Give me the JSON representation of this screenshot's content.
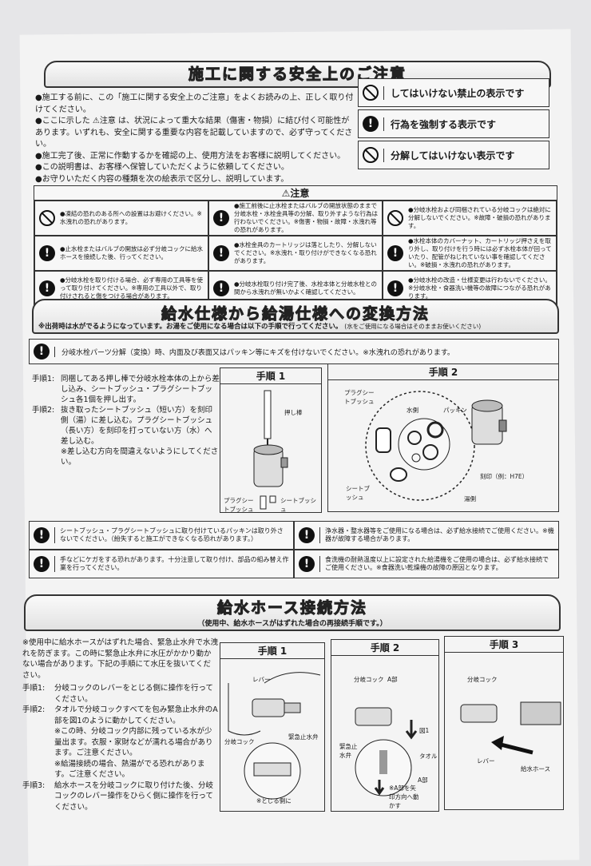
{
  "section1": {
    "title": "施工に関する安全上のご注意",
    "intro": [
      "●施工する前に、この「施工に関する安全上のご注意」をよくお読みの上、正しく取り付けてください。",
      "●ここに示した ⚠注意 は、状況によって重大な結果（傷害・物損）に結び付く可能性があります。いずれも、安全に関する重要な内容を記載していますので、必ず守ってください。",
      "●施工完了後、正常に作動するかを確認の上、使用方法をお客様に説明してください。",
      "●この説明書は、お客様へ保管していただくように依頼してください。",
      "●お守りいただく内容の種類を次の絵表示で区分し、説明しています。"
    ],
    "legend": [
      {
        "icon": "prohibition-icon",
        "text": "してはいけない禁止の表示です"
      },
      {
        "icon": "exclamation-icon",
        "text": "行為を強制する表示です"
      },
      {
        "icon": "no-disassembly-icon",
        "text": "分解してはいけない表示です"
      }
    ],
    "caution_header": "⚠注意",
    "caution": [
      {
        "icon": "prohibition-icon",
        "text": "●凍結の恐れのある所への設置はお避けください。※水洩れの恐れがあります。"
      },
      {
        "icon": "exclamation-icon",
        "text": "●施工前後に止水栓またはバルブの開放状態のままで分岐水栓・水栓金具等の分解、取り外すような行為は行わないでください。※傷害・物損・故障・水洩れ等の恐れがあります。"
      },
      {
        "icon": "no-disassembly-icon",
        "text": "●分岐水栓および同梱されている分岐コックは絶対に分解しないでください。※故障・破損の恐れがあります。"
      },
      {
        "icon": "exclamation-icon",
        "text": "●止水栓またはバルブの開放は必ず分岐コックに給水ホースを接続した後、行ってください。"
      },
      {
        "icon": "exclamation-icon",
        "text": "●水栓金具のカートリッジは落としたり、分解しないでください。※水洩れ・取り付けができなくなる恐れがあります。"
      },
      {
        "icon": "exclamation-icon",
        "text": "●水栓本体のカバーナット、カートリッジ押さえを取り外し、取り付けを行う時には必ず水栓本体が回っていたり、配管がねじれていない事を確認してください。※破損・水洩れの恐れがあります。"
      },
      {
        "icon": "exclamation-icon",
        "text": "●分岐水栓を取り付ける場合、必ず専用の工具等を使って取り付けてください。※専用の工具以外で、取り付けされると傷をつける場合があります。"
      },
      {
        "icon": "exclamation-icon",
        "text": "●分岐水栓取り付け完了後、水栓本体と分岐水栓との間から水洩れが無いかよく確認してください。"
      },
      {
        "icon": "exclamation-icon",
        "text": "●分岐水栓の改造・仕様変更は行わないでください。※分岐水栓・食器洗い機等の故障につながる恐れがあります。"
      }
    ]
  },
  "section2": {
    "title": "給水仕様から給湯仕様への変換方法",
    "note": "※出荷時は水がでるようになっています。お湯をご使用になる場合は以下の手順で行ってください。",
    "note_small": "(水をご使用になる場合はそのままお使いください)",
    "warning": "分岐水栓パーツ分解（変換）時、内面及び表面又はパッキン等にキズを付けないでください。※水洩れの恐れがあります。",
    "steps": [
      {
        "label": "手順1:",
        "text": "同梱してある押し棒で分岐水栓本体の上から差し込み、シートブッシュ・プラグシートブッシュ各1個を押し出す。"
      },
      {
        "label": "手順2:",
        "text": "抜き取ったシートブッシュ（短い方）を刻印側（湯）に差し込む。プラグシートブッシュ（長い方）を刻印を打っていない方（水）へ差し込む。"
      }
    ],
    "steps_note": "※差し込む方向を間違えないようにしてください。",
    "fig1": {
      "title": "手順 1",
      "labels": [
        "押し棒",
        "プラグシートブッシュ",
        "シートブッシュ"
      ]
    },
    "fig2": {
      "title": "手順 2",
      "labels": [
        "プラグシートブッシュ",
        "水側",
        "パッキン",
        "刻印（例：H7E）",
        "湯側",
        "シートブッシュ"
      ]
    },
    "cautions": [
      "シートブッシュ・プラグシートブッシュに取り付けているパッキンは取り外さないでください。（紛失すると施工ができなくなる恐れがあります。）",
      "浄水器・整水器等をご使用になる場合は、必ず給水接続でご使用ください。※機器が故障する場合があります。",
      "手などにケガをする恐れがあります。十分注意して取り付け、部品の組み替え作業を行ってください。",
      "食洗機の耐熱温度以上に設定された給湯機をご使用の場合は、必ず給水接続でご使用ください。※食器洗い乾燥機の故障の原因となります。"
    ]
  },
  "section3": {
    "title": "給水ホース接続方法",
    "subtitle": "（使用中、給水ホースがはずれた場合の再接続手順です。）",
    "intro": "※使用中に給水ホースがはずれた場合、緊急止水弁で水洩れを防ぎます。この時に緊急止水弁に水圧がかかり動かない場合があります。下記の手順にて水圧を抜いてください。",
    "steps": [
      {
        "label": "手順1:",
        "text": "分岐コックのレバーをとじる側に操作を行ってください。"
      },
      {
        "label": "手順2:",
        "text": "タオルで分岐コックすべてを包み緊急止水弁のA部を図1のように動かしてください。"
      },
      {
        "label": "",
        "text": "※この時、分岐コック内部に残っている水が少量出ます。衣服・家財などが濡れる場合があります。ご注意ください。"
      },
      {
        "label": "",
        "text": "※給湯接続の場合、熱湯がでる恐れがあります。ご注意ください。"
      },
      {
        "label": "手順3:",
        "text": "給水ホースを分岐コックに取り付けた後、分岐コックのレバー操作をひらく側に操作を行ってください。"
      }
    ],
    "fig1": {
      "title": "手順 1",
      "labels": [
        "レバー",
        "分岐コック",
        "緊急止水弁",
        "※とじる側に"
      ]
    },
    "fig2": {
      "title": "手順 2",
      "labels": [
        "分岐コック",
        "A部",
        "図1",
        "緊急止水弁",
        "タオル",
        "A部",
        "※A部を矢印方向へ動かす"
      ]
    },
    "fig3": {
      "title": "手順 3",
      "labels": [
        "分岐コック",
        "レバー",
        "給水ホース"
      ]
    }
  }
}
